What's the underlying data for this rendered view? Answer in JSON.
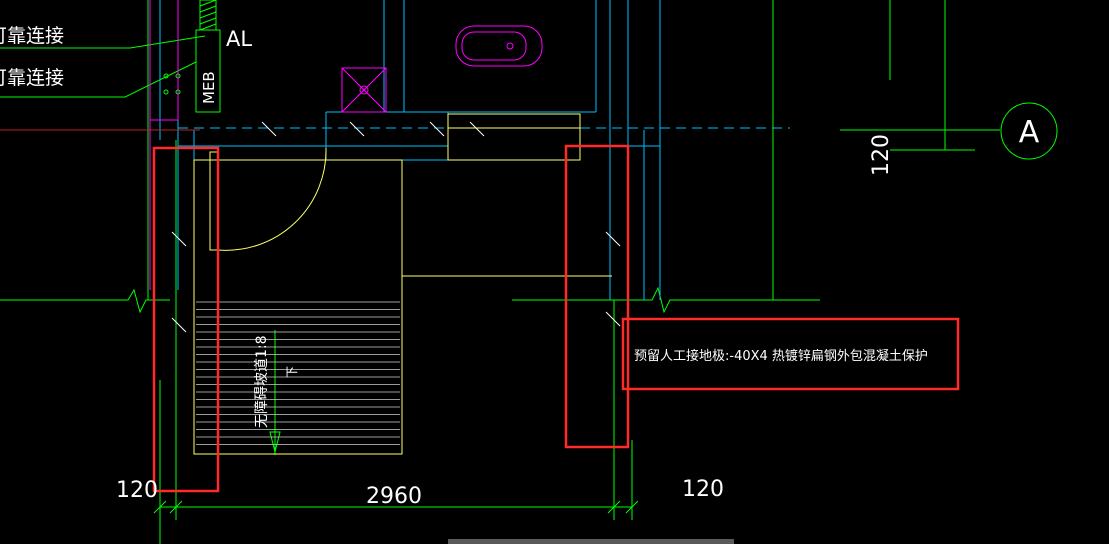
{
  "labels": {
    "reliable_connect_1": "可靠连接",
    "reliable_connect_2": "可靠连接",
    "al": "AL",
    "meb": "MEB",
    "axis_a": "A",
    "dim_right_vertical": "120",
    "dim_left_bottom": "120",
    "dim_mid_bottom": "2960",
    "dim_right_bottom": "120",
    "stair_note": "无障碍坡道1:8",
    "stair_down": "下",
    "grounding_note": "预留人工接地极:-40X4 热镀锌扁钢外包混凝土保护"
  },
  "colors": {
    "background": "#000000",
    "green": "#00ff00",
    "cyan": "#00bfff",
    "yellow": "#ffff66",
    "magenta": "#ff00ff",
    "red_highlight": "#ff2a2a",
    "white": "#ffffff"
  }
}
